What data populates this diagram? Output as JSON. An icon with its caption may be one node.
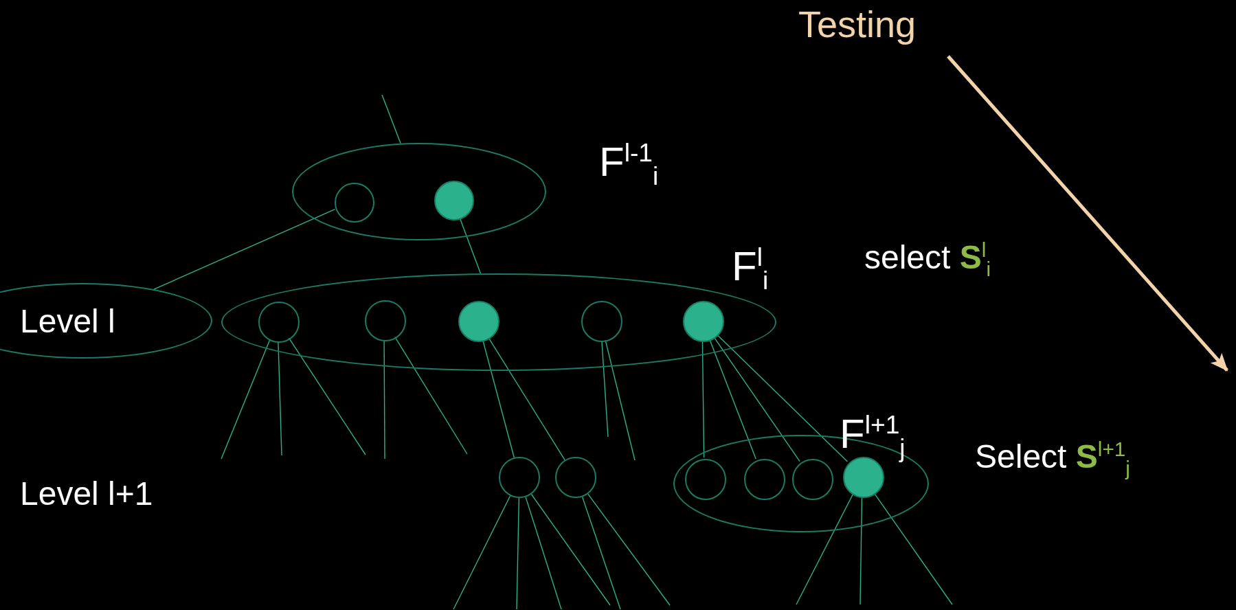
{
  "diagram": {
    "nodes": [
      {
        "text": [
          "Testing"
        ]
      },
      {
        "text": [],
        "shape": "ellipse",
        "beside": [
          "F$^{l-1}$$_{i}$"
        ]
      },
      {
        "text": [],
        "shape": "circle",
        "in": 1
      },
      {
        "text": [],
        "shape": "circle",
        "in": 1
      },
      {
        "text": [
          "Level l"
        ]
      },
      {
        "text": [],
        "shape": "ellipse",
        "beside": [
          "F$^{l}$$_{i}$"
        ]
      },
      {
        "text": [],
        "shape": "circle",
        "in": 5
      },
      {
        "text": [],
        "shape": "circle",
        "in": 5
      },
      {
        "text": [],
        "shape": "circle",
        "in": 5
      },
      {
        "text": [],
        "shape": "circle",
        "in": 5
      },
      {
        "text": [],
        "shape": "circle",
        "in": 5
      },
      {
        "text": [],
        "shape": "circle"
      },
      {
        "text": [],
        "shape": "circle"
      },
      {
        "text": [],
        "shape": "ellipse",
        "beside": [
          "F$^{l+1}$$_{j}$"
        ]
      },
      {
        "text": [],
        "shape": "circle",
        "in": 13
      },
      {
        "text": [],
        "shape": "circle",
        "in": 13
      },
      {
        "text": [],
        "shape": "circle",
        "in": 13
      },
      {
        "text": [],
        "shape": "circle",
        "in": 13
      }
    ],
    "edges": [
      {
        "from": null,
        "to": 1,
        "arrow": "none"
      },
      {
        "from": 2,
        "to": 4,
        "arrow": "none"
      },
      {
        "from": 3,
        "to": 5,
        "arrow": "none"
      },
      {
        "from": 6,
        "to": null,
        "arrow": "none"
      },
      {
        "from": 6,
        "to": null,
        "arrow": "none"
      },
      {
        "from": 6,
        "to": null,
        "arrow": "none"
      },
      {
        "from": 7,
        "to": null,
        "arrow": "none"
      },
      {
        "from": 7,
        "to": null,
        "arrow": "none"
      },
      {
        "from": 8,
        "to": 11,
        "arrow": "none"
      },
      {
        "from": 8,
        "to": 12,
        "arrow": "none"
      },
      {
        "from": 9,
        "to": null,
        "arrow": "none"
      },
      {
        "from": 9,
        "to": null,
        "arrow": "none"
      },
      {
        "from": 10,
        "to": 14,
        "arrow": "none"
      },
      {
        "from": 10,
        "to": 15,
        "arrow": "none"
      },
      {
        "from": 10,
        "to": 16,
        "arrow": "none"
      },
      {
        "from": 10,
        "to": 17,
        "arrow": "none"
      },
      {
        "from": 11,
        "to": null,
        "arrow": "none"
      },
      {
        "from": 11,
        "to": null,
        "arrow": "none"
      },
      {
        "from": 11,
        "to": null,
        "arrow": "none"
      },
      {
        "from": 11,
        "to": null,
        "arrow": "none"
      },
      {
        "from": 12,
        "to": null,
        "arrow": "none"
      },
      {
        "from": 12,
        "to": null,
        "arrow": "none"
      },
      {
        "from": 17,
        "to": null,
        "arrow": "none"
      },
      {
        "from": 17,
        "to": null,
        "arrow": "none"
      },
      {
        "from": 17,
        "to": null,
        "arrow": "none"
      },
      {
        "from": 0,
        "to": null,
        "arrow": "to",
        "style": "thick",
        "color": "#f3d4aa"
      }
    ],
    "labels": [
      "select **S**$^{l}$$_{i}$",
      "Select **S**$^{l+1}$$_{j}$",
      "Level l+1"
    ]
  }
}
